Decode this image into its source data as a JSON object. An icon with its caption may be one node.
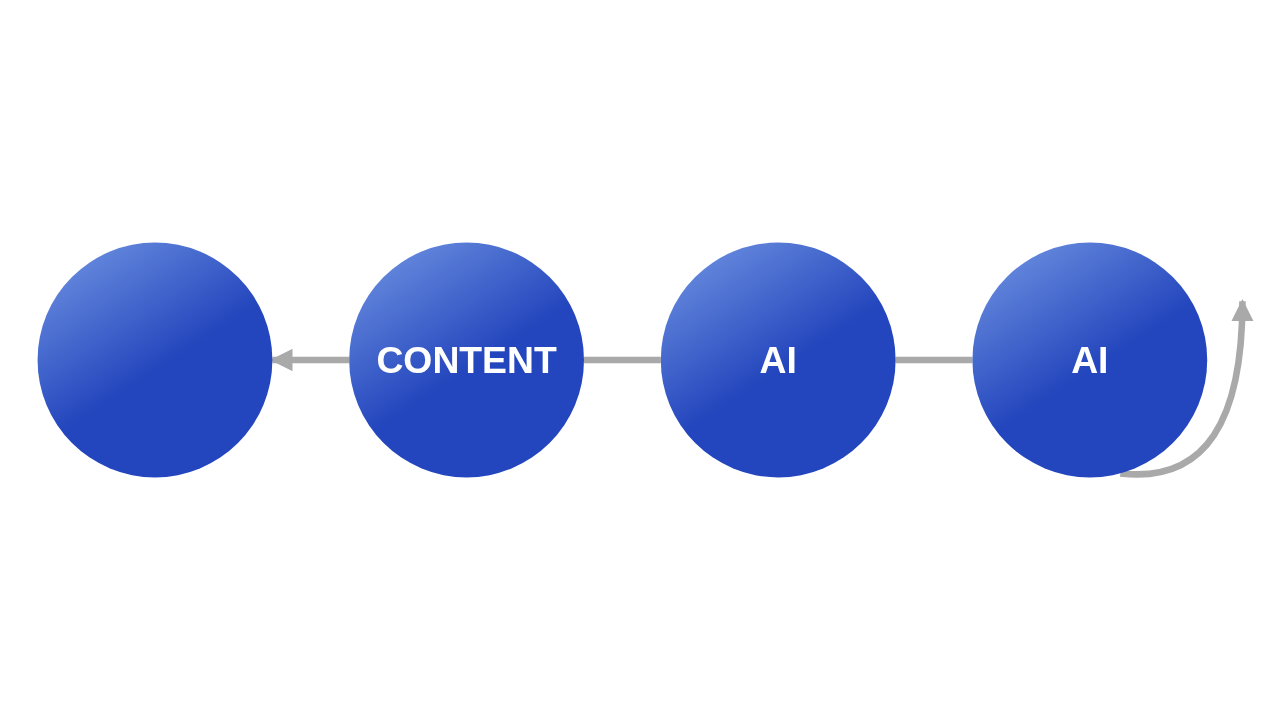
{
  "diagram": {
    "nodes": [
      {
        "text": [],
        "shape": "circle"
      },
      {
        "text": [
          "CONTENT"
        ]
      },
      {
        "text": [
          "AI"
        ]
      },
      {
        "text": [
          "AI"
        ]
      }
    ],
    "edges": [
      {
        "from": 1,
        "to": 0,
        "arrow": "to"
      },
      {
        "from": 1,
        "to": 2,
        "arrow": "none"
      },
      {
        "from": 2,
        "to": 3,
        "arrow": "none"
      },
      {
        "from": 3,
        "to": null,
        "arrow": "to"
      }
    ]
  }
}
